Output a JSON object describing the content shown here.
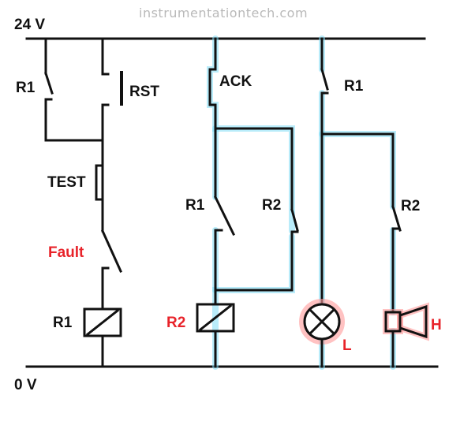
{
  "watermark": "instrumentationtech.com",
  "rails": {
    "top": "24 V",
    "bottom": "0 V"
  },
  "labels": {
    "r1_contact_left": "R1",
    "rst": "RST",
    "test": "TEST",
    "fault": "Fault",
    "r1_coil": "R1",
    "ack": "ACK",
    "r1_contact_mid": "R1",
    "r2_contact_mid": "R2",
    "r2_coil": "R2",
    "r1_contact_right": "R1",
    "r2_contact_right": "R2",
    "lamp": "L",
    "horn": "H"
  },
  "colors": {
    "wire": "#111111",
    "highlight_wire": "#7fdcf5",
    "highlight_device": "#ff9a9a",
    "red_label": "#e8232a",
    "watermark": "#b9b9b9"
  }
}
